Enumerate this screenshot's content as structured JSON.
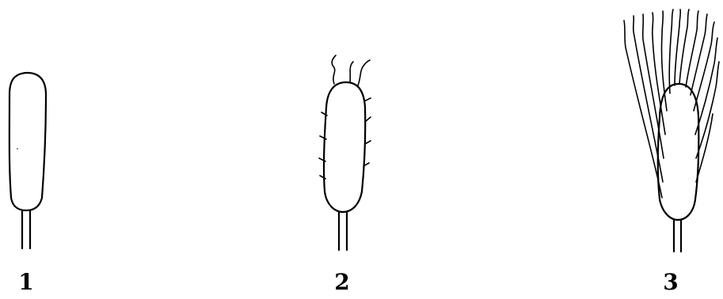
{
  "figure": {
    "items": [
      {
        "label": "1",
        "icon": "smooth-fruit-icon"
      },
      {
        "label": "2",
        "icon": "bristly-fruit-icon"
      },
      {
        "label": "3",
        "icon": "plumed-fruit-icon"
      }
    ]
  }
}
